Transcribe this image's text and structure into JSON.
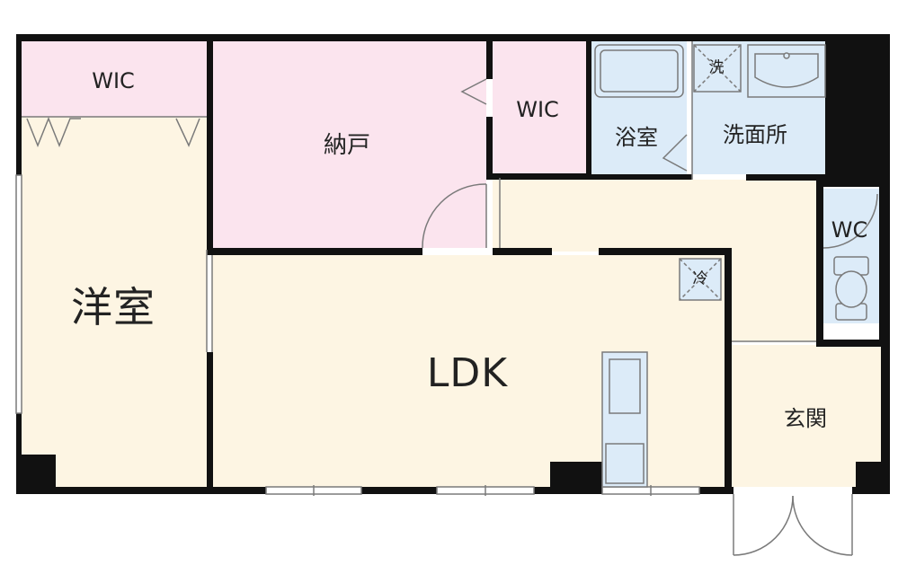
{
  "colors": {
    "wall": "#111111",
    "room_beige": "#fdf5e3",
    "room_pink": "#fbe4ee",
    "room_blue": "#dcebf8",
    "line": "#7a7a7a"
  },
  "rooms": {
    "wic_left": "WIC",
    "nando": "納戸",
    "wic_mid": "WIC",
    "bath": "浴室",
    "washroom": "洗面所",
    "washer_mark": "洗",
    "wc": "WC",
    "western_room": "洋室",
    "ldk": "LDK",
    "fridge_mark": "冷",
    "entrance": "玄関"
  }
}
